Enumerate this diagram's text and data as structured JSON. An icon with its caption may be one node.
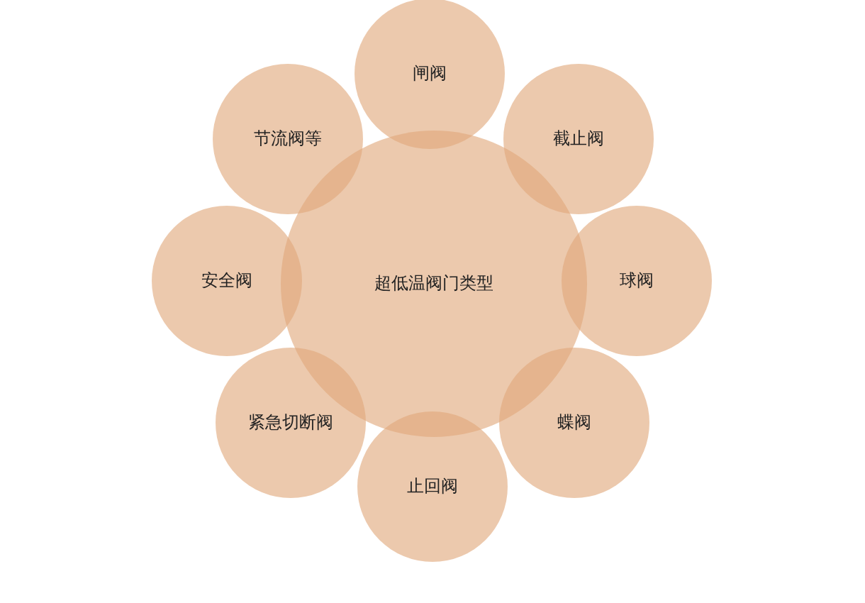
{
  "diagram": {
    "nodes": [
      {
        "text": [
          "超低温阀门类型"
        ]
      },
      {
        "text": [
          "闸阀"
        ]
      },
      {
        "text": [
          "截止阀"
        ]
      },
      {
        "text": [
          "球阀"
        ]
      },
      {
        "text": [
          "蝶阀"
        ]
      },
      {
        "text": [
          "止回阀"
        ]
      },
      {
        "text": [
          "紧急切断阀"
        ]
      },
      {
        "text": [
          "安全阀"
        ]
      },
      {
        "text": [
          "节流阀等"
        ]
      }
    ]
  }
}
